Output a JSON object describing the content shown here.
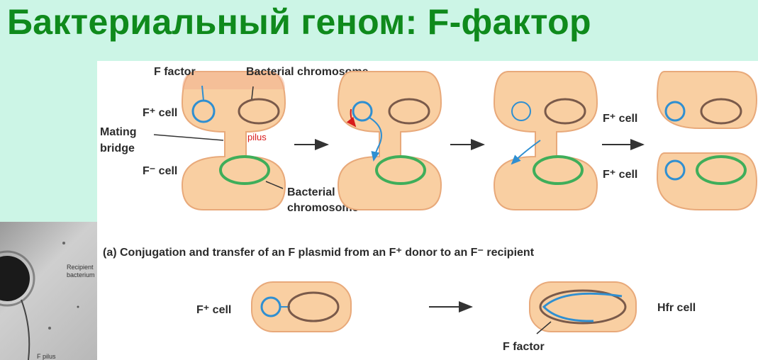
{
  "title": "Бактериальный геном: F-фактор",
  "labels": {
    "f_factor": "F factor",
    "bacterial_chromosome_top": "Bacterial chromosome",
    "f_plus_cell": "F⁺ cell",
    "mating": "Mating",
    "bridge": "bridge",
    "pilus": "pilus",
    "f_minus_cell": "F⁻ cell",
    "bacterial": "Bacterial",
    "chromosome": "chromosome",
    "f_plus_cell_top_right": "F⁺ cell",
    "f_plus_cell_bottom_right": "F⁺ cell",
    "caption_a": "(a) Conjugation and transfer of an F plasmid from an F⁺ donor to an F⁻ recipient",
    "f_plus_cell_b": "F⁺ cell",
    "hfr_cell": "Hfr cell",
    "f_factor_b": "F factor"
  },
  "micrograph": {
    "recipient_line1": "Recipient",
    "recipient_line2": "bacterium",
    "f_pilus": "F pilus"
  },
  "colors": {
    "title": "#0f8a1c",
    "background": "#ccf5e6",
    "cell_fill": "#f9cfa2",
    "cell_stroke": "#e8a97a",
    "plasmid": "#2f8fd1",
    "chromosome_brown": "#7a5a4a",
    "chromosome_green": "#3fae5a"
  }
}
